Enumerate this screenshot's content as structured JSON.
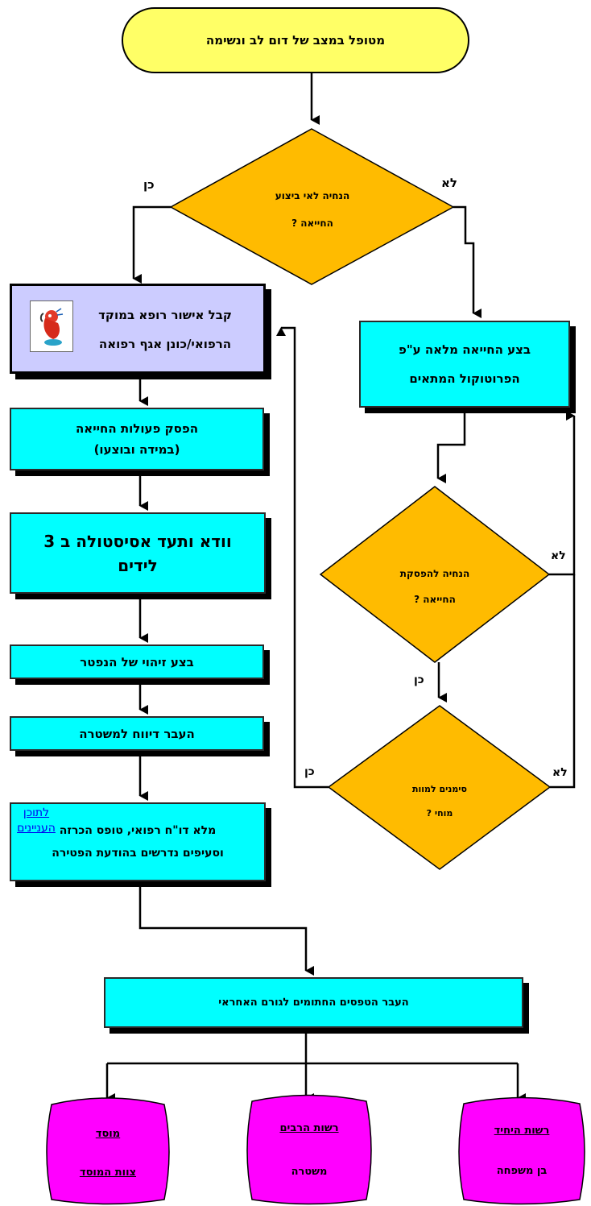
{
  "start": {
    "text": "מטופל במצב של דום לב ונשימה"
  },
  "decision1": {
    "line1": "הנחיה לאי ביצוע",
    "line2": "החייאה ?",
    "yes": "כן",
    "no": "לא"
  },
  "approval": {
    "line1": "קבל אישור רופא במוקד",
    "line2": "הרפואי/כונן אגף רפואה",
    "icon": "phone-call-icon"
  },
  "full_cpr": {
    "line1": "בצע החייאה מלאה ע\"פ",
    "line2": "הפרוטוקול המתאים"
  },
  "decision2": {
    "line1": "הנחיה להפסקת",
    "line2": "החייאה ?",
    "yes": "כן",
    "no": "לא"
  },
  "decision3": {
    "line1": "סימנים למוות",
    "line2": "מוחי ?",
    "yes": "כן",
    "no": "לא"
  },
  "stop_cpr": {
    "line1": "הפסק פעולות החייאה",
    "line2": "(במידה ובוצעו)"
  },
  "asystole": {
    "line1": "וודא ותעד אסיסטולה ב 3",
    "line2": "לידים"
  },
  "identify": {
    "text": "בצע זיהוי של הנפטר"
  },
  "police_report": {
    "text": "העבר דיווח למשטרה"
  },
  "forms": {
    "line1": "מלא דו\"ח רפואי, טופס הכרזה",
    "line2": "וסעיפים נדרשים בהודעת הפטירה"
  },
  "transfer": {
    "text": "העבר הטפסים החתומים לגורם האחראי"
  },
  "toc_link": {
    "line1": "לתוכן",
    "line2": "העניינים"
  },
  "terminals": {
    "institution": {
      "title": "מוסד",
      "sub": "צוות המוסד"
    },
    "public": {
      "title": "רשות הרבים",
      "sub": "משטרה"
    },
    "private": {
      "title": "רשות היחיד",
      "sub": "בן משפחה"
    }
  },
  "colors": {
    "start": "#ffff66",
    "decision": "#ffbb00",
    "process": "#00ffff",
    "approval": "#ccccff",
    "terminal": "#ff00ff",
    "link": "#0000ee"
  }
}
